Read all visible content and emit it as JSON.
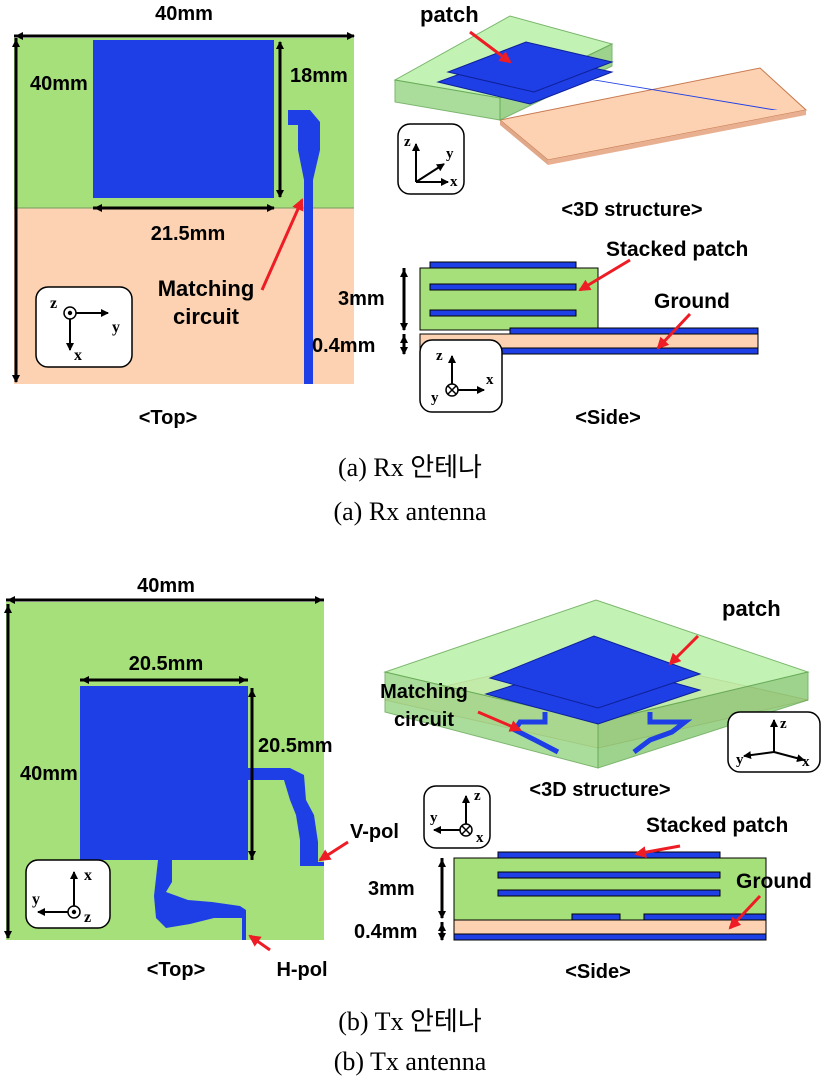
{
  "rx": {
    "top": {
      "width_dim": "40mm",
      "height_dim": "40mm",
      "patch_height_dim": "18mm",
      "patch_width_dim": "21.5mm",
      "matching_label_line1": "Matching",
      "matching_label_line2": "circuit",
      "view_label": "<Top>",
      "axes": {
        "z": "z",
        "y": "y",
        "x": "x"
      }
    },
    "structure3d": {
      "patch_label": "patch",
      "view_label": "<3D structure>",
      "axes": {
        "z": "z",
        "y": "y",
        "x": "x"
      }
    },
    "side": {
      "stacked_label": "Stacked patch",
      "ground_label": "Ground",
      "thickness_dim": "3mm",
      "substrate_dim": "0.4mm",
      "view_label": "<Side>",
      "axes": {
        "z": "z",
        "y": "y",
        "x": "x"
      }
    },
    "caption_ko": "(a) Rx 안테나",
    "caption_en": "(a) Rx antenna"
  },
  "tx": {
    "top": {
      "width_dim": "40mm",
      "height_dim": "40mm",
      "patch_width_dim": "20.5mm",
      "patch_height_dim": "20.5mm",
      "vpol_label": "V-pol",
      "hpol_label": "H-pol",
      "view_label": "<Top>",
      "axes": {
        "x": "x",
        "y": "y",
        "z": "z"
      }
    },
    "structure3d": {
      "patch_label": "patch",
      "matching_label_line1": "Matching",
      "matching_label_line2": "circuit",
      "view_label": "<3D structure>",
      "axes": {
        "z": "z",
        "y": "y",
        "x": "x"
      }
    },
    "side": {
      "stacked_label": "Stacked patch",
      "ground_label": "Ground",
      "thickness_dim": "3mm",
      "substrate_dim": "0.4mm",
      "axes": {
        "z": "z",
        "y": "y",
        "x": "x"
      },
      "view_label": "<Side>"
    },
    "caption_ko": "(b) Tx 안테나",
    "caption_en": "(b) Tx antenna"
  },
  "colors": {
    "substrate_green": "#a6e07a",
    "ground_peach": "#fcd2b2",
    "patch_blue": "#1f3fe6",
    "arrow_red": "#ee1c24",
    "transparent_green": "#b8f0a8"
  }
}
